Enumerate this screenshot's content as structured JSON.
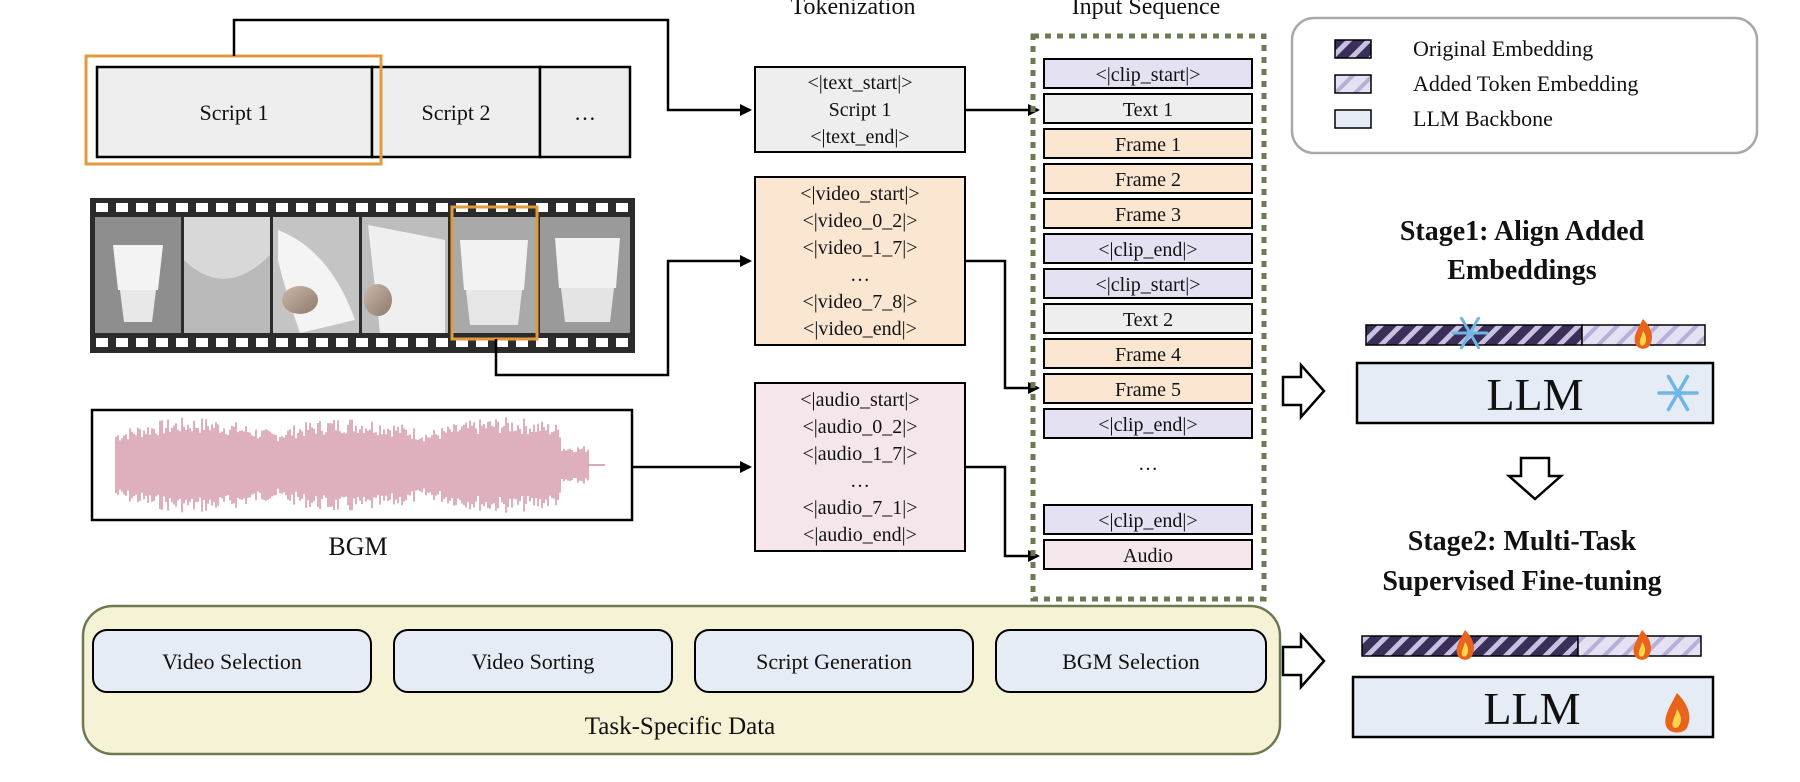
{
  "headers": {
    "tokenization": "Tokenization",
    "input_sequence": "Input Sequence"
  },
  "scripts": [
    "Script 1",
    "Script 2",
    "…"
  ],
  "bgm_label": "BGM",
  "text_tokens": [
    "<|text_start|>",
    "Script 1",
    "<|text_end|>"
  ],
  "video_tokens": [
    "<|video_start|>",
    "<|video_0_2|>",
    "<|video_1_7|>",
    "…",
    "<|video_7_8|>",
    "<|video_end|>"
  ],
  "audio_tokens": [
    "<|audio_start|>",
    "<|audio_0_2|>",
    "<|audio_1_7|>",
    "…",
    "<|audio_7_1|>",
    "<|audio_end|>"
  ],
  "sequence": [
    "<|clip_start|>",
    "Text 1",
    "Frame 1",
    "Frame 2",
    "Frame 3",
    "<|clip_end|>",
    "<|clip_start|>",
    "Text 2",
    "Frame 4",
    "Frame 5",
    "<|clip_end|>",
    "…",
    "<|clip_end|>",
    "Audio"
  ],
  "legend": {
    "original": "Original Embedding",
    "added": "Added Token Embedding",
    "backbone": "LLM Backbone"
  },
  "stage1": {
    "line1": "Stage1: Align Added",
    "line2": "Embeddings",
    "llm": "LLM"
  },
  "stage2": {
    "line1": "Stage2: Multi-Task",
    "line2": "Supervised Fine-tuning",
    "llm": "LLM"
  },
  "tasks": [
    "Video Selection",
    "Video Sorting",
    "Script Generation",
    "BGM Selection"
  ],
  "task_data_label": "Task-Specific Data",
  "colors": {
    "orange": "#e39a3c",
    "frame_fill": "#fbe6d2",
    "clip_fill": "#e4e1f2",
    "text_fill": "#eeeeee",
    "audio_fill": "#f5e6ec",
    "backbone_fill": "#e6ecf5",
    "task_panel": "#f6f2d6",
    "dotted": "#6b7a52",
    "waveform": "#cf8fa3",
    "original_hatch": "#3a2f59",
    "added_hatch": "#c9c1e0",
    "snow": "#6fb6e6",
    "fire": "#e8631c"
  }
}
